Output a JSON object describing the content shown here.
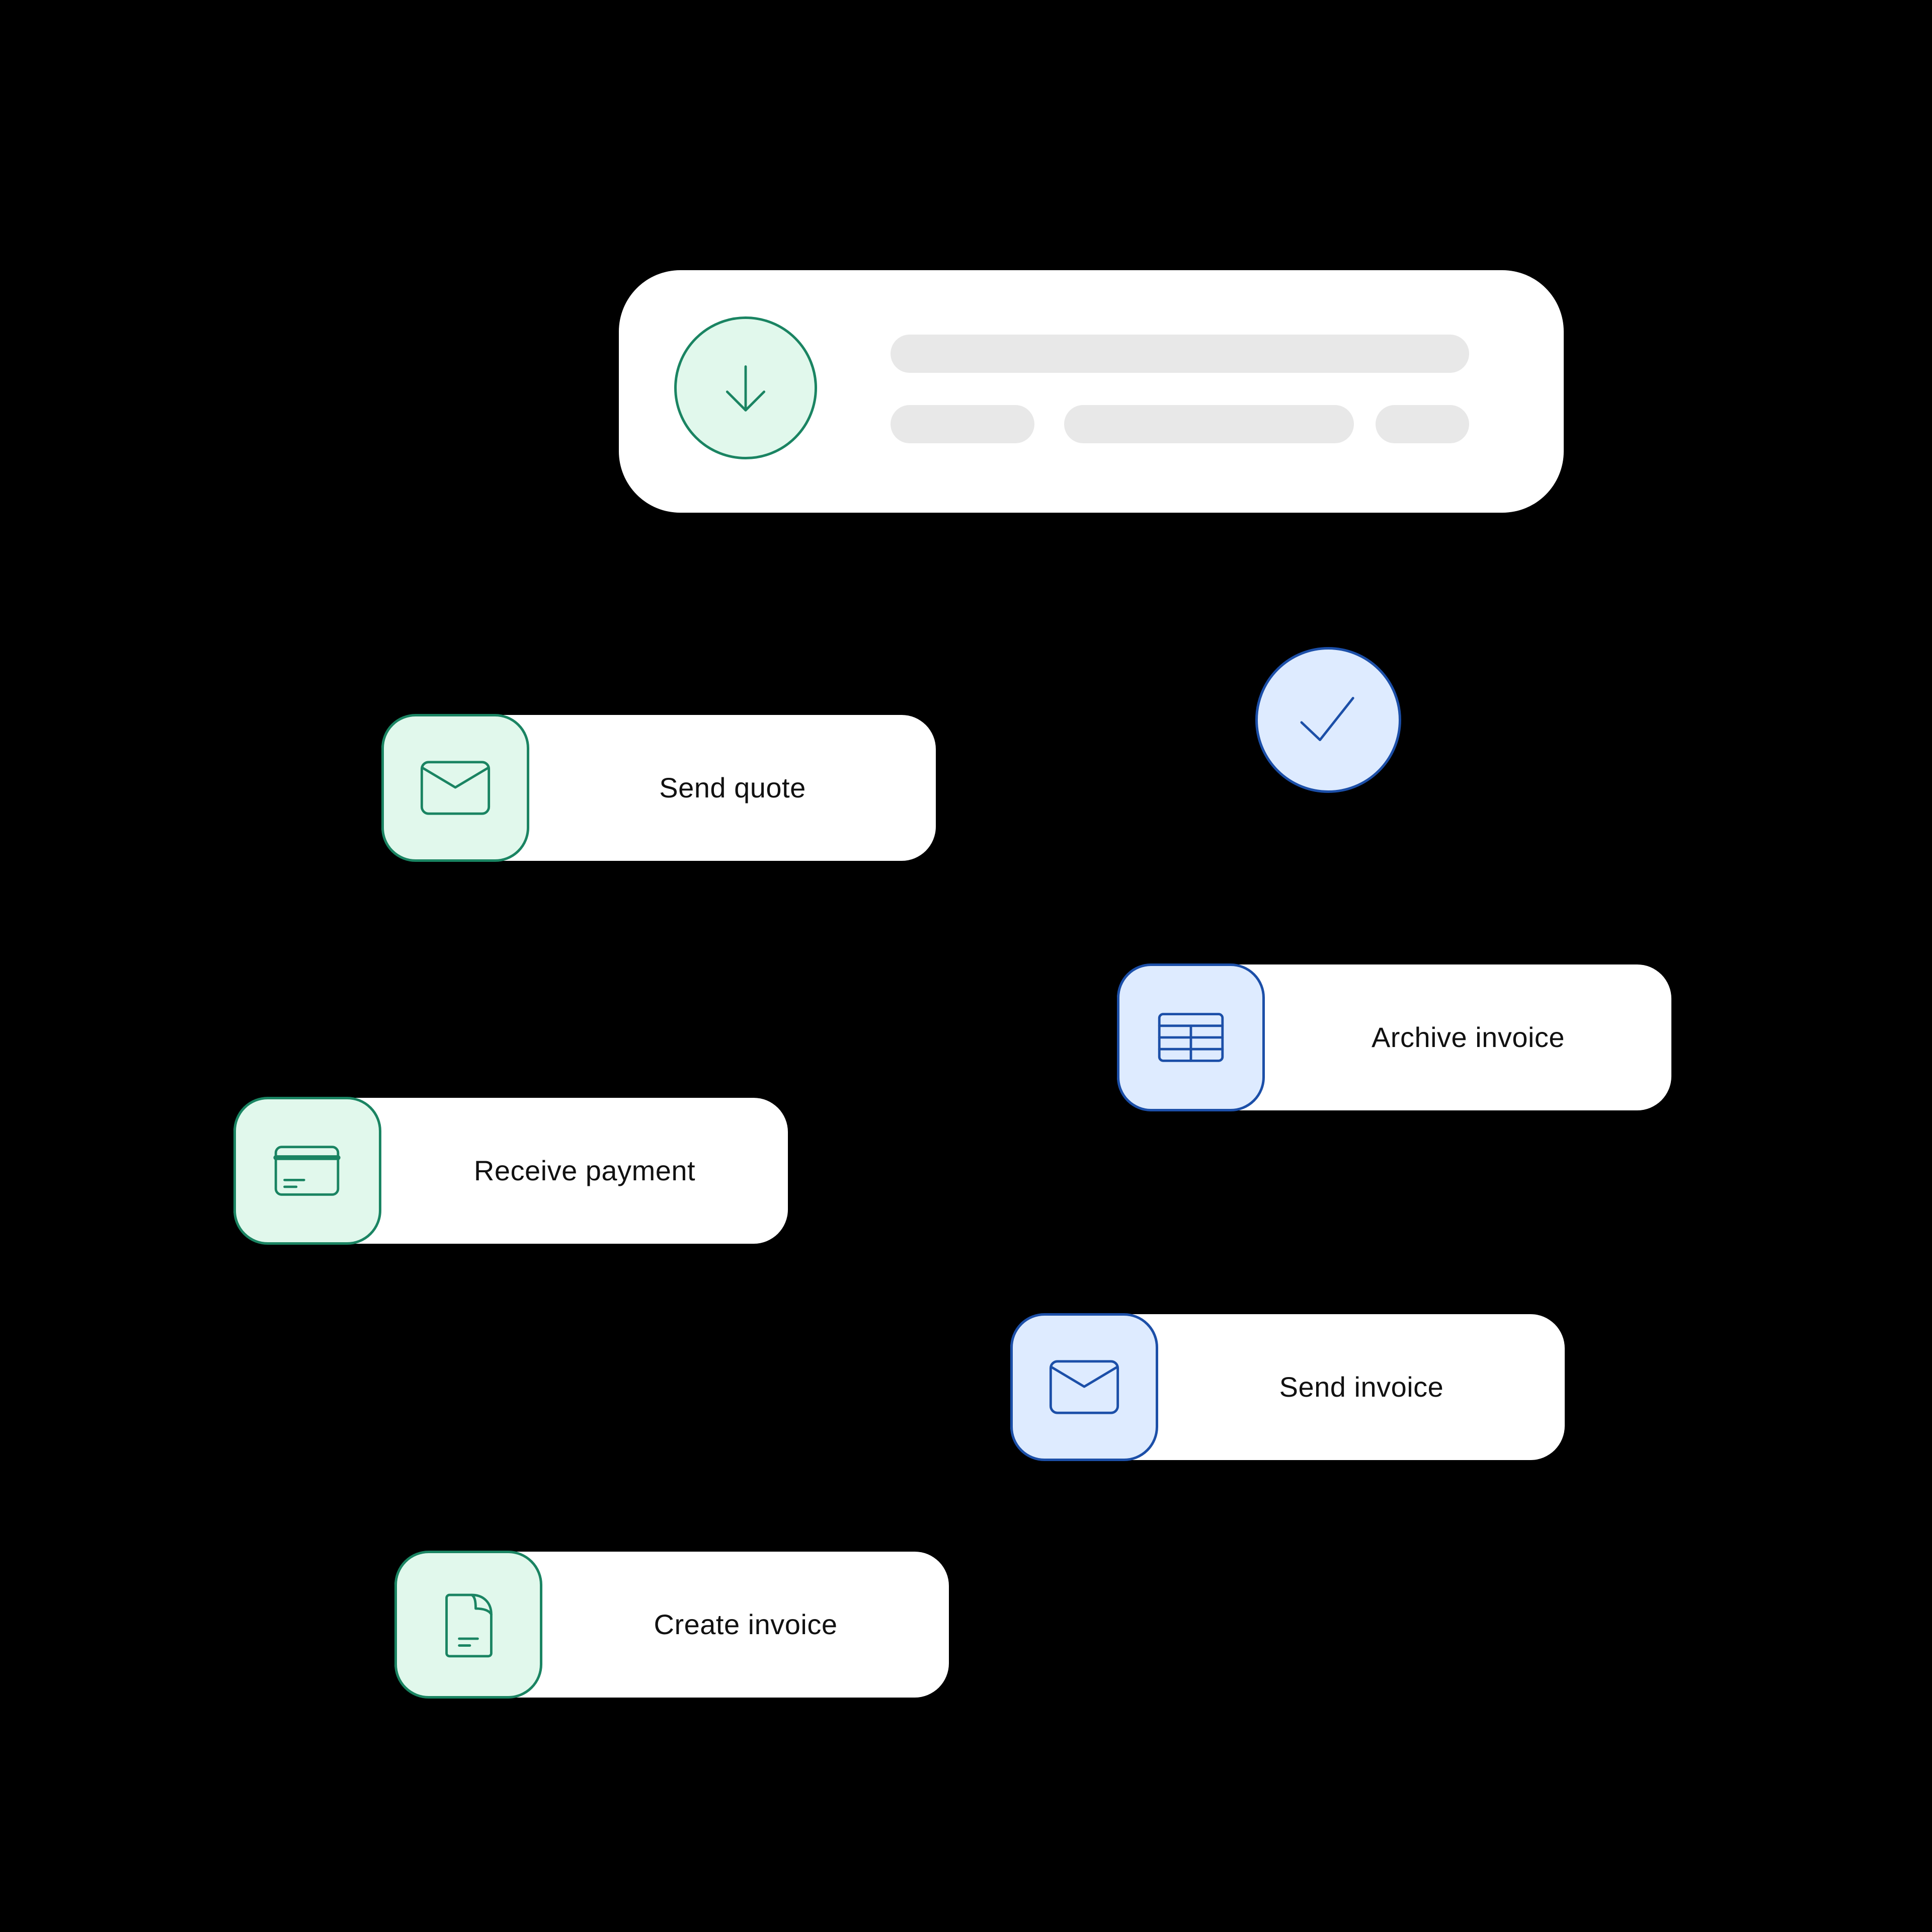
{
  "tasks": {
    "send_quote": {
      "label": "Send quote",
      "icon": "envelope-icon"
    },
    "archive_invoice": {
      "label": "Archive invoice",
      "icon": "table-icon"
    },
    "receive_payment": {
      "label": "Receive payment",
      "icon": "credit-card-icon"
    },
    "send_invoice": {
      "label": "Send invoice",
      "icon": "envelope-icon"
    },
    "create_invoice": {
      "label": "Create invoice",
      "icon": "document-icon"
    }
  },
  "icons": {
    "main": "download-arrow-icon",
    "status": "checkmark-icon"
  },
  "colors": {
    "background": "#000000",
    "card": "#ffffff",
    "green_fill": "#e1f8ec",
    "green_stroke": "#1a8462",
    "blue_fill": "#deebff",
    "blue_stroke": "#1c4fa8",
    "skeleton": "#e8e8e8"
  }
}
